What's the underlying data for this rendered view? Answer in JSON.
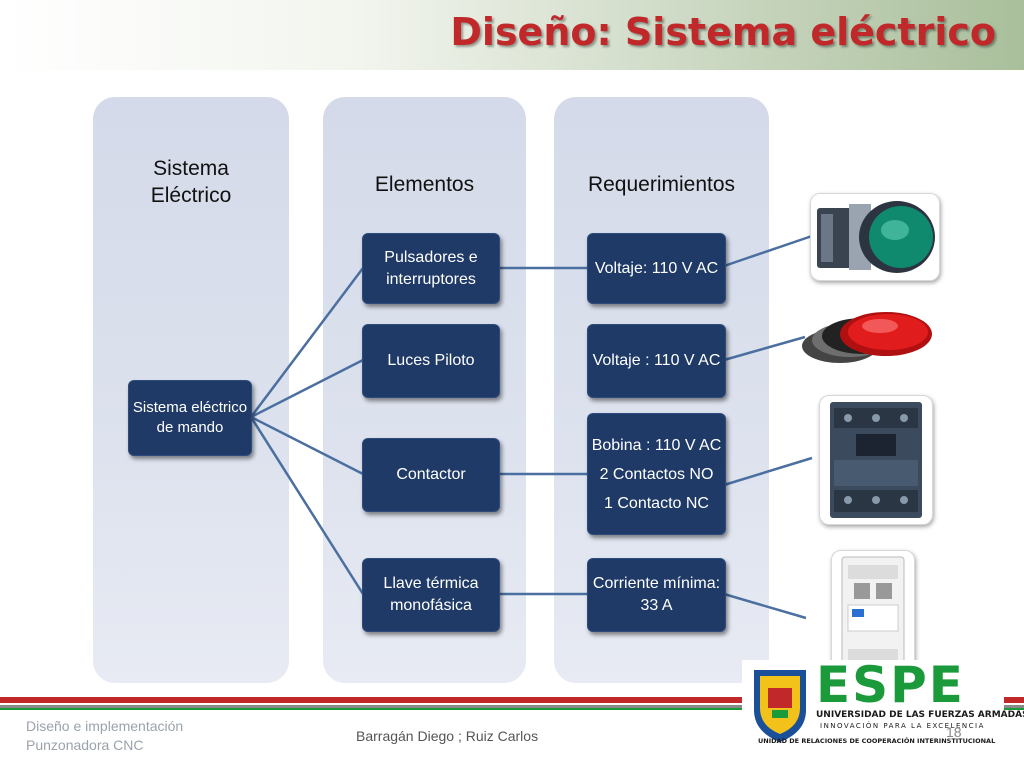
{
  "slide": {
    "title": "Diseño: Sistema eléctrico",
    "page_number": "18"
  },
  "columns": {
    "col1_heading": "Sistema Eléctrico",
    "col2_heading": "Elementos",
    "col3_heading": "Requerimientos"
  },
  "root": {
    "label": "Sistema eléctrico de mando"
  },
  "elements": [
    {
      "label": "Pulsadores e interruptores"
    },
    {
      "label": "Luces Piloto"
    },
    {
      "label": "Contactor"
    },
    {
      "label": "Llave térmica monofásica"
    }
  ],
  "requirements": [
    {
      "lines": [
        "Voltaje: 110 V AC"
      ]
    },
    {
      "lines": [
        "Voltaje : 110 V AC"
      ]
    },
    {
      "lines": [
        "Bobina : 110 V AC",
        "2 Contactos NO",
        "1 Contacto NC"
      ]
    },
    {
      "lines": [
        "Corriente mínima: 33 A"
      ]
    }
  ],
  "footer": {
    "left_line1": "Diseño e implementación",
    "left_line2": "Punzonadora CNC",
    "authors": "Barragán Diego ; Ruiz Carlos"
  },
  "logo": {
    "name": "ESPE",
    "line1": "UNIVERSIDAD DE LAS FUERZAS ARMADAS",
    "line2": "INNOVACIÓN PARA LA EXCELENCIA",
    "line3": "UNIDAD DE RELACIONES DE COOPERACIÓN INTERINSTITUCIONAL"
  },
  "colors": {
    "title": "#c0282a",
    "box_fill": "#1f3a66",
    "connector": "#4a6fa0",
    "column_bg": "#d4dae9",
    "logo_green": "#1a9a3a",
    "footer_red": "#c0282a"
  }
}
